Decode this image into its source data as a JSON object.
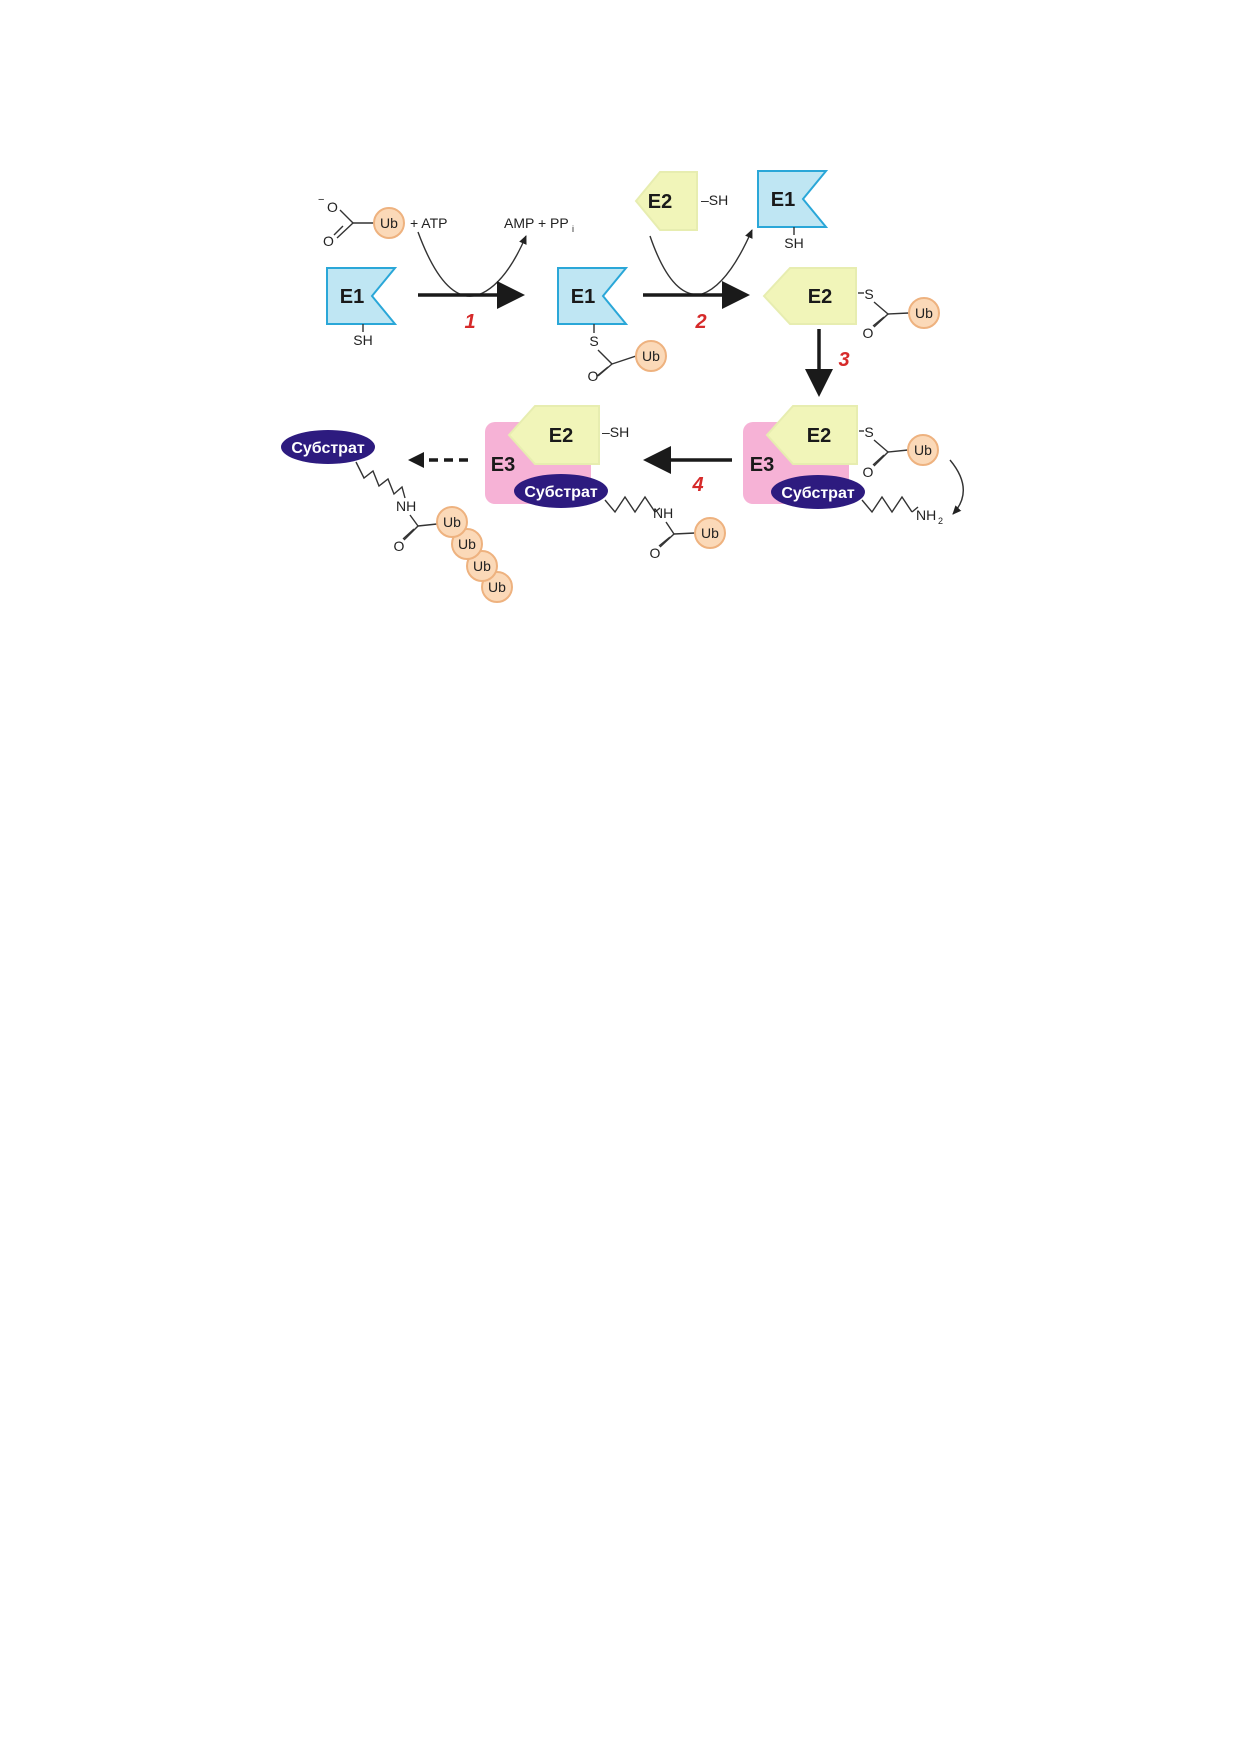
{
  "labels": {
    "E1": "E1",
    "E2": "E2",
    "E3": "E3",
    "Ub": "Ub",
    "substrate": "Субстрат",
    "SH": "SH",
    "dash_SH": "–SH",
    "S": "S",
    "O": "O",
    "NH": "NH",
    "NH2_main": "NH",
    "NH2_sub": "2",
    "plus_ATP": "+ ATP",
    "AMP_PP": "AMP + PP",
    "PP_sub": "i",
    "minus": "−"
  },
  "steps": [
    "1",
    "2",
    "3",
    "4"
  ],
  "colors": {
    "e1_fill": "#bfe6f3",
    "e1_stroke": "#2aa7d8",
    "e2_fill": "#f1f5b9",
    "e2_stroke": "#e7edb0",
    "e3_fill": "#f6b2d6",
    "substrate_fill": "#2d1b7f",
    "ub_fill": "#fbd9b8",
    "ub_stroke": "#eeb27f",
    "step_number": "#d62a2a",
    "arrow": "#1a1a1a"
  }
}
